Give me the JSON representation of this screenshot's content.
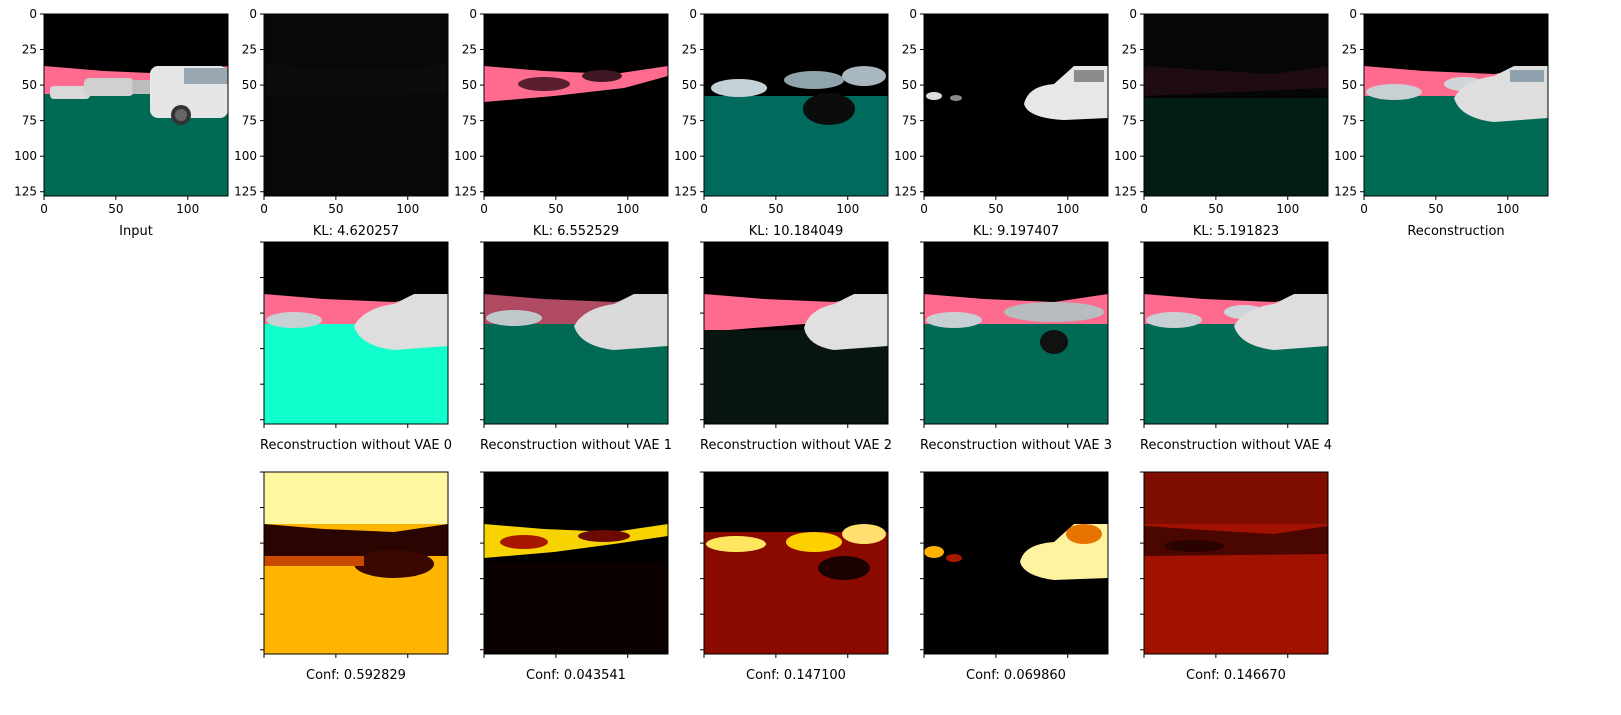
{
  "input_caption": "Input",
  "reconstruction_caption": "Reconstruction",
  "axis_ticks": {
    "x": [
      "0",
      "50",
      "100"
    ],
    "y": [
      "0",
      "25",
      "50",
      "75",
      "100",
      "125"
    ]
  },
  "kl_captions": [
    "KL: 4.620257",
    "KL: 6.552529",
    "KL: 10.184049",
    "KL: 9.197407",
    "KL: 5.191823"
  ],
  "recon_without_captions": [
    "Reconstruction without VAE 0",
    "Reconstruction without VAE 1",
    "Reconstruction without VAE 2",
    "Reconstruction without VAE 3",
    "Reconstruction without VAE 4"
  ],
  "conf_captions": [
    "Conf: 0.592829",
    "Conf: 0.043541",
    "Conf: 0.147100",
    "Conf: 0.069860",
    "Conf: 0.146670"
  ],
  "colors": {
    "sky": "#000000",
    "band": "#ff6b8f",
    "ground": "#006a55",
    "ground_bright": "#10ffcc",
    "heat_low": "#000000",
    "heat_mid": "#c81800",
    "heat_high": "#fff8a0"
  }
}
